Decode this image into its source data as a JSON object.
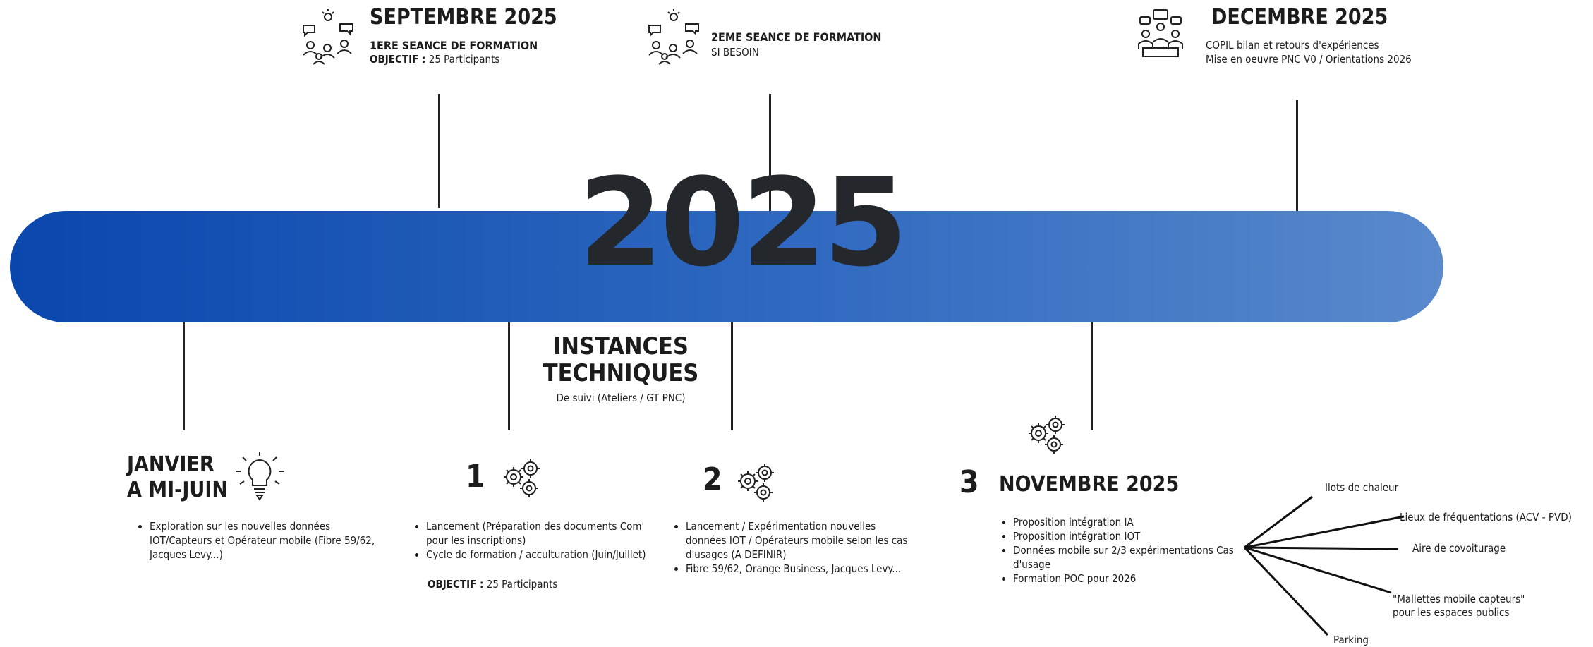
{
  "year": "2025",
  "top": {
    "september": {
      "title": "SEPTEMBRE 2025",
      "subtitle": "1ERE SEANCE DE FORMATION",
      "objective_label": "OBJECTIF :",
      "objective_value": "25 Participants"
    },
    "second_session": {
      "title": "2EME SEANCE DE FORMATION",
      "note": "SI BESOIN"
    },
    "december": {
      "title": "DECEMBRE 2025",
      "line1": "COPIL bilan et retours d'expériences",
      "line2": "Mise en oeuvre PNC V0 / Orientations 2026"
    }
  },
  "instances": {
    "title_line1": "INSTANCES",
    "title_line2": "TECHNIQUES",
    "subtitle": "De suivi (Ateliers / GT PNC)"
  },
  "janvier": {
    "title_line1": "JANVIER",
    "title_line2": "A MI-JUIN",
    "bullets": [
      "Exploration sur les nouvelles données IOT/Capteurs et Opérateur mobile (Fibre 59/62, Jacques Levy...)"
    ]
  },
  "step1": {
    "number": "1",
    "bullets": [
      "Lancement (Préparation des documents Com' pour les inscriptions)",
      "Cycle de formation / acculturation (Juin/Juillet)"
    ],
    "objective_label": "OBJECTIF :",
    "objective_value": "25 Participants"
  },
  "step2": {
    "number": "2",
    "bullets": [
      "Lancement / Expérimentation nouvelles données IOT / Opérateurs mobile selon les cas d'usages (A DEFINIR)",
      "Fibre 59/62, Orange Business, Jacques Levy..."
    ]
  },
  "step3": {
    "number": "3",
    "title": "NOVEMBRE 2025",
    "bullets": [
      "Proposition intégration IA",
      "Proposition intégration IOT",
      "Données mobile sur 2/3 expérimentations Cas d'usage",
      "Formation POC pour 2026"
    ],
    "branches": {
      "b1": "Ilots de chaleur",
      "b2": "Lieux de fréquentations (ACV - PVD)",
      "b3": "Aire de covoiturage",
      "b4_line1": "\"Mallettes mobile capteurs\"",
      "b4_line2": "pour les espaces publics",
      "b5": "Parking"
    }
  },
  "icons": {
    "meeting": "people-meeting-icon",
    "lightbulb": "lightbulb-icon",
    "gears": "gears-icon",
    "copil": "group-discussion-icon"
  }
}
